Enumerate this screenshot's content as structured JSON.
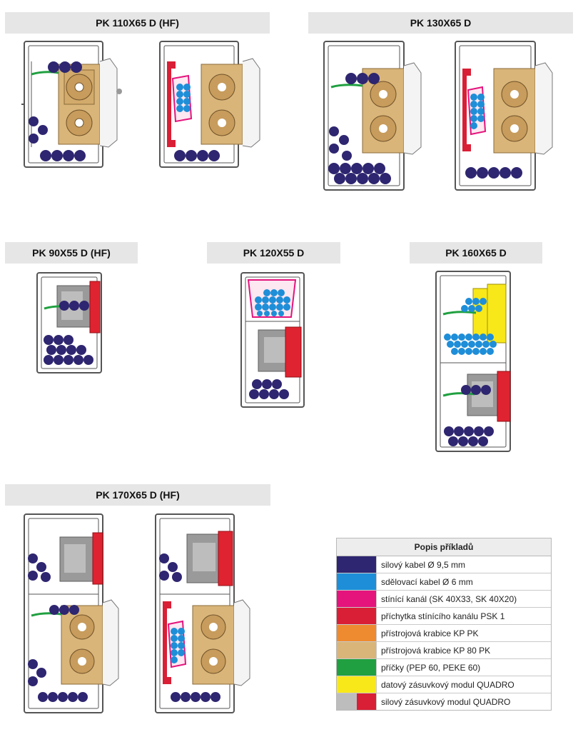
{
  "titles": {
    "t1": "PK 110X65 D (HF)",
    "t2": "PK 130X65 D",
    "t3": "PK 90X55 D (HF)",
    "t4": "PK 120X55 D",
    "t5": "PK 160X65 D",
    "t6": "PK 170X65 D (HF)"
  },
  "legend": {
    "header": "Popis příkladů",
    "items": [
      {
        "label": "silový kabel Ø 9,5 mm",
        "colors": [
          "#2e2670"
        ]
      },
      {
        "label": "sdělovací kabel Ø 6 mm",
        "colors": [
          "#1e8ed8"
        ]
      },
      {
        "label": "stínící kanál (SK 40X33, SK 40X20)",
        "colors": [
          "#e4147c"
        ]
      },
      {
        "label": "příchytka stínícího kanálu PSK 1",
        "colors": [
          "#d91f35"
        ]
      },
      {
        "label": "přístrojová krabice KP PK",
        "colors": [
          "#ee8a30"
        ]
      },
      {
        "label": "přístrojová krabice KP 80 PK",
        "colors": [
          "#d9b57a"
        ]
      },
      {
        "label": "příčky (PEP 60, PEKE 60)",
        "colors": [
          "#20a040"
        ]
      },
      {
        "label": "datový zásuvkový modul QUADRO",
        "colors": [
          "#f8e81a"
        ]
      },
      {
        "label": "silový zásuvkový modul QUADRO",
        "colors": [
          "#bdbdbd",
          "#d91f35"
        ]
      }
    ]
  },
  "colors": {
    "power_cable": "#2e2670",
    "data_cable": "#1e8ed8",
    "shield_channel": "#e4147c",
    "shield_clip": "#d91f35",
    "box_kp80": "#d9b57a",
    "divider": "#20a040",
    "data_module": "#f8e81a",
    "power_module_grey": "#9a9a9a",
    "power_module_red": "#e02330",
    "profile": "#555555"
  }
}
